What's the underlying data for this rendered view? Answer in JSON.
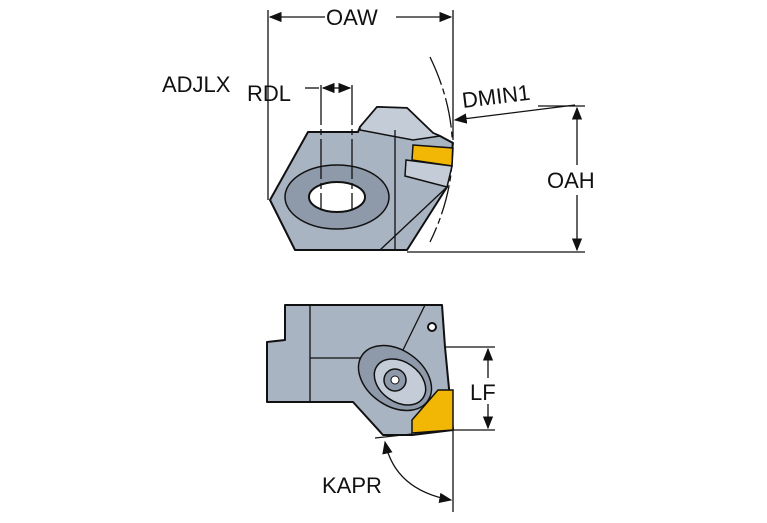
{
  "labels": {
    "oaw": "OAW",
    "adjlx": "ADJLX",
    "rdl": "RDL",
    "dmin1": "DMIN1",
    "oah": "OAH",
    "lf": "LF",
    "kapr": "KAPR"
  },
  "colors": {
    "body": "#a9b4c2",
    "insert": "#f2b705",
    "line": "#111111"
  }
}
